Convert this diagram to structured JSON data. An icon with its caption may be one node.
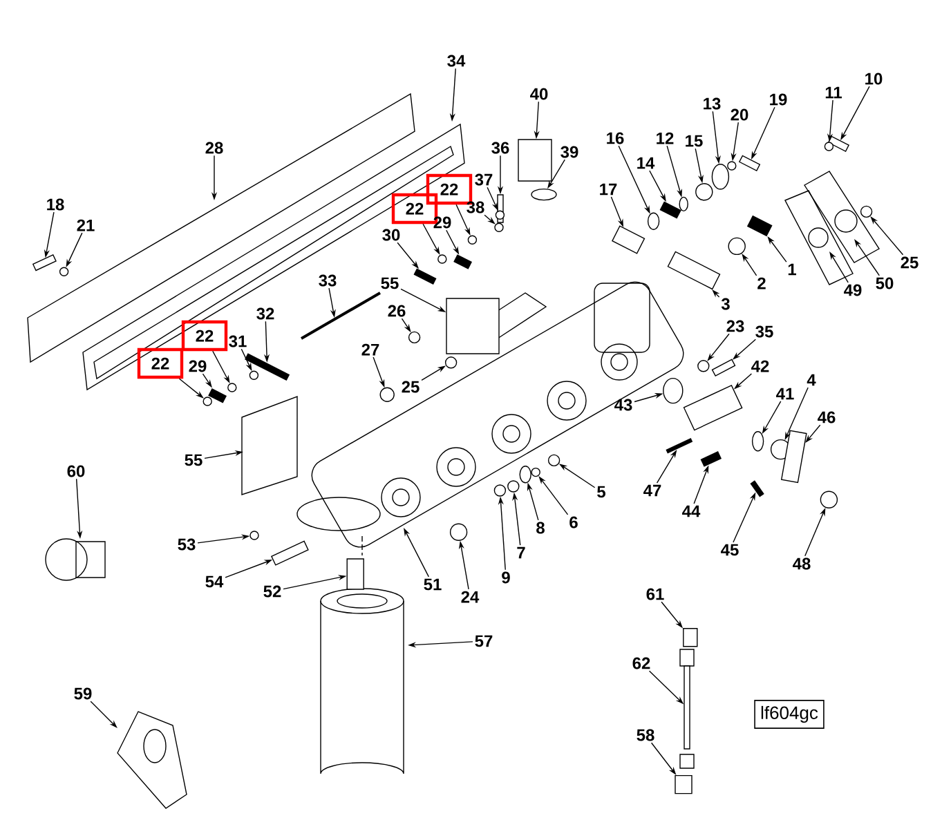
{
  "diagram": {
    "nodes": [
      {
        "text": [
          "34"
        ]
      },
      {
        "text": [
          "10"
        ]
      },
      {
        "text": [
          "40"
        ]
      },
      {
        "text": [
          "11"
        ]
      },
      {
        "text": [
          "13"
        ]
      },
      {
        "text": [
          "19"
        ]
      },
      {
        "text": [
          "20"
        ]
      },
      {
        "text": [
          "16"
        ]
      },
      {
        "text": [
          "12"
        ]
      },
      {
        "text": [
          "15"
        ]
      },
      {
        "text": [
          "28"
        ]
      },
      {
        "text": [
          "36"
        ]
      },
      {
        "text": [
          "39"
        ]
      },
      {
        "text": [
          "14"
        ]
      },
      {
        "text": [
          "37"
        ]
      },
      {
        "text": [
          "22"
        ]
      },
      {
        "text": [
          "38"
        ]
      },
      {
        "text": [
          "17"
        ]
      },
      {
        "text": [
          "22"
        ]
      },
      {
        "text": [
          "18"
        ]
      },
      {
        "text": [
          "29"
        ]
      },
      {
        "text": [
          "21"
        ]
      },
      {
        "text": [
          "30"
        ]
      },
      {
        "text": [
          "33"
        ]
      },
      {
        "text": [
          "55"
        ]
      },
      {
        "text": [
          "1"
        ]
      },
      {
        "text": [
          "25"
        ]
      },
      {
        "text": [
          "49"
        ]
      },
      {
        "text": [
          "50"
        ]
      },
      {
        "text": [
          "2"
        ]
      },
      {
        "text": [
          "3"
        ]
      },
      {
        "text": [
          "26"
        ]
      },
      {
        "text": [
          "32"
        ]
      },
      {
        "text": [
          "23"
        ]
      },
      {
        "text": [
          "35"
        ]
      },
      {
        "text": [
          "22"
        ]
      },
      {
        "text": [
          "31"
        ]
      },
      {
        "text": [
          "27"
        ]
      },
      {
        "text": [
          "42"
        ]
      },
      {
        "text": [
          "22"
        ]
      },
      {
        "text": [
          "29"
        ]
      },
      {
        "text": [
          "4"
        ]
      },
      {
        "text": [
          "25"
        ]
      },
      {
        "text": [
          "41"
        ]
      },
      {
        "text": [
          "43"
        ]
      },
      {
        "text": [
          "46"
        ]
      },
      {
        "text": [
          "55"
        ]
      },
      {
        "text": [
          "60"
        ]
      },
      {
        "text": [
          "47"
        ]
      },
      {
        "text": [
          "5"
        ]
      },
      {
        "text": [
          "44"
        ]
      },
      {
        "text": [
          "6"
        ]
      },
      {
        "text": [
          "8"
        ]
      },
      {
        "text": [
          "53"
        ]
      },
      {
        "text": [
          "45"
        ]
      },
      {
        "text": [
          "7"
        ]
      },
      {
        "text": [
          "48"
        ]
      },
      {
        "text": [
          "9"
        ]
      },
      {
        "text": [
          "54"
        ]
      },
      {
        "text": [
          "51"
        ]
      },
      {
        "text": [
          "52"
        ]
      },
      {
        "text": [
          "24"
        ]
      },
      {
        "text": [
          "61"
        ]
      },
      {
        "text": [
          "57"
        ]
      },
      {
        "text": [
          "62"
        ]
      },
      {
        "text": [
          "59"
        ]
      },
      {
        "text": [
          "58"
        ]
      },
      {
        "text": [
          "lf604gc"
        ]
      },
      {
        "text": [],
        "shape": "box"
      },
      {
        "text": [],
        "shape": "box"
      },
      {
        "text": [],
        "shape": "circle"
      },
      {
        "text": [],
        "shape": "circle"
      },
      {
        "text": [],
        "shape": "box"
      },
      {
        "text": [],
        "shape": "circle"
      },
      {
        "text": [],
        "shape": "circle"
      },
      {
        "text": [],
        "shape": "circle"
      },
      {
        "text": [],
        "shape": "circle"
      },
      {
        "text": [],
        "shape": "box"
      },
      {
        "text": [],
        "shape": "circle"
      },
      {
        "text": [],
        "shape": "bar"
      },
      {
        "text": [],
        "shape": "circle"
      },
      {
        "text": [],
        "shape": "circle"
      },
      {
        "text": [],
        "shape": "circle"
      },
      {
        "text": [],
        "shape": "box"
      },
      {
        "text": [],
        "shape": "circle"
      },
      {
        "text": [],
        "shape": "box"
      },
      {
        "text": [],
        "shape": "bar"
      },
      {
        "text": [],
        "shape": "circle"
      },
      {
        "text": [],
        "shape": "bar"
      },
      {
        "text": [],
        "shape": "box"
      },
      {
        "text": [],
        "shape": "bar"
      },
      {
        "text": [],
        "shape": "circle"
      },
      {
        "text": [],
        "shape": "circle"
      },
      {
        "text": [],
        "shape": "box"
      },
      {
        "text": [],
        "shape": "circle"
      },
      {
        "text": [],
        "shape": "bar"
      },
      {
        "text": [],
        "shape": "circle"
      },
      {
        "text": [],
        "shape": "box"
      },
      {
        "text": [],
        "shape": "circle"
      },
      {
        "text": [],
        "shape": "circle"
      },
      {
        "text": [],
        "shape": "circle"
      },
      {
        "text": [],
        "shape": "box"
      },
      {
        "text": [],
        "shape": "circle"
      },
      {
        "text": [],
        "shape": "bar"
      },
      {
        "text": [],
        "shape": "circle"
      },
      {
        "text": [],
        "shape": "circle"
      },
      {
        "text": [],
        "shape": "circle"
      },
      {
        "text": [],
        "shape": "circle"
      },
      {
        "text": [],
        "shape": "box"
      },
      {
        "text": [],
        "shape": "bar"
      },
      {
        "text": [],
        "shape": "circle"
      },
      {
        "text": [],
        "shape": "bar"
      },
      {
        "text": [],
        "shape": "circle"
      },
      {
        "text": [],
        "shape": "circle"
      },
      {
        "text": [],
        "shape": "circle"
      },
      {
        "text": [],
        "shape": "bar"
      },
      {
        "text": [],
        "shape": "circle"
      },
      {
        "text": [],
        "shape": "circle"
      },
      {
        "text": [],
        "shape": "circle"
      },
      {
        "text": [],
        "shape": "box"
      },
      {
        "text": [],
        "shape": "box"
      },
      {
        "text": [],
        "shape": "circle"
      },
      {
        "text": [],
        "shape": "box"
      },
      {
        "text": [],
        "shape": "box"
      },
      {
        "text": [],
        "shape": "box"
      }
    ],
    "edges": [
      {
        "from": 0,
        "to": null,
        "arrow": "to"
      },
      {
        "from": 1,
        "to": 68,
        "arrow": "to"
      },
      {
        "from": 2,
        "to": 69,
        "arrow": "to"
      },
      {
        "from": 3,
        "to": 70,
        "arrow": "to"
      },
      {
        "from": 4,
        "to": 71,
        "arrow": "to"
      },
      {
        "from": 5,
        "to": 72,
        "arrow": "to"
      },
      {
        "from": 6,
        "to": 73,
        "arrow": "to"
      },
      {
        "from": 7,
        "to": 74,
        "arrow": "to"
      },
      {
        "from": 8,
        "to": 75,
        "arrow": "to"
      },
      {
        "from": 9,
        "to": 76,
        "arrow": "to"
      },
      {
        "from": 10,
        "to": null,
        "arrow": "to"
      },
      {
        "from": 11,
        "to": 77,
        "arrow": "to"
      },
      {
        "from": 12,
        "to": 78,
        "arrow": "to"
      },
      {
        "from": 13,
        "to": 79,
        "arrow": "to"
      },
      {
        "from": 14,
        "to": 80,
        "arrow": "to"
      },
      {
        "from": 15,
        "to": 81,
        "arrow": "to"
      },
      {
        "from": 16,
        "to": 82,
        "arrow": "to"
      },
      {
        "from": 17,
        "to": 83,
        "arrow": "to"
      },
      {
        "from": 18,
        "to": 84,
        "arrow": "to"
      },
      {
        "from": 19,
        "to": 85,
        "arrow": "to"
      },
      {
        "from": 20,
        "to": 86,
        "arrow": "to"
      },
      {
        "from": 21,
        "to": 87,
        "arrow": "to"
      },
      {
        "from": 22,
        "to": 88,
        "arrow": "to"
      },
      {
        "from": 23,
        "to": null,
        "arrow": "to"
      },
      {
        "from": 24,
        "to": 89,
        "arrow": "to"
      },
      {
        "from": 25,
        "to": 90,
        "arrow": "to"
      },
      {
        "from": 26,
        "to": 91,
        "arrow": "to"
      },
      {
        "from": 27,
        "to": null,
        "arrow": "to"
      },
      {
        "from": 28,
        "to": null,
        "arrow": "to"
      },
      {
        "from": 29,
        "to": 92,
        "arrow": "to"
      },
      {
        "from": 30,
        "to": 93,
        "arrow": "to"
      },
      {
        "from": 31,
        "to": 94,
        "arrow": "to"
      },
      {
        "from": 32,
        "to": 95,
        "arrow": "to"
      },
      {
        "from": 33,
        "to": 96,
        "arrow": "to"
      },
      {
        "from": 34,
        "to": 97,
        "arrow": "to"
      },
      {
        "from": 35,
        "to": 98,
        "arrow": "to"
      },
      {
        "from": 36,
        "to": 99,
        "arrow": "to"
      },
      {
        "from": 37,
        "to": 100,
        "arrow": "to"
      },
      {
        "from": 38,
        "to": 101,
        "arrow": "to"
      },
      {
        "from": 39,
        "to": 102,
        "arrow": "to"
      },
      {
        "from": 40,
        "to": 103,
        "arrow": "to"
      },
      {
        "from": 41,
        "to": 104,
        "arrow": "to"
      },
      {
        "from": 42,
        "to": 105,
        "arrow": "to"
      },
      {
        "from": 43,
        "to": 106,
        "arrow": "to"
      },
      {
        "from": 44,
        "to": 107,
        "arrow": "to"
      },
      {
        "from": 45,
        "to": 108,
        "arrow": "to"
      },
      {
        "from": 46,
        "to": null,
        "arrow": "to"
      },
      {
        "from": 47,
        "to": null,
        "arrow": "to"
      },
      {
        "from": 48,
        "to": 109,
        "arrow": "to"
      },
      {
        "from": 49,
        "to": 110,
        "arrow": "to"
      },
      {
        "from": 50,
        "to": 111,
        "arrow": "to"
      },
      {
        "from": 51,
        "to": 112,
        "arrow": "to"
      },
      {
        "from": 52,
        "to": 113,
        "arrow": "to"
      },
      {
        "from": 53,
        "to": 114,
        "arrow": "to"
      },
      {
        "from": 54,
        "to": 115,
        "arrow": "to"
      },
      {
        "from": 55,
        "to": 116,
        "arrow": "to"
      },
      {
        "from": 56,
        "to": 117,
        "arrow": "to"
      },
      {
        "from": 57,
        "to": 118,
        "arrow": "to"
      },
      {
        "from": 58,
        "to": 119,
        "arrow": "to"
      },
      {
        "from": 59,
        "to": null,
        "arrow": "to"
      },
      {
        "from": 60,
        "to": 120,
        "arrow": "to"
      },
      {
        "from": 61,
        "to": 121,
        "arrow": "to"
      },
      {
        "from": 62,
        "to": 122,
        "arrow": "to"
      },
      {
        "from": 63,
        "to": null,
        "arrow": "to"
      },
      {
        "from": 64,
        "to": 123,
        "arrow": "to"
      },
      {
        "from": 65,
        "to": null,
        "arrow": "to"
      },
      {
        "from": 66,
        "to": 124,
        "arrow": "to"
      }
    ]
  }
}
